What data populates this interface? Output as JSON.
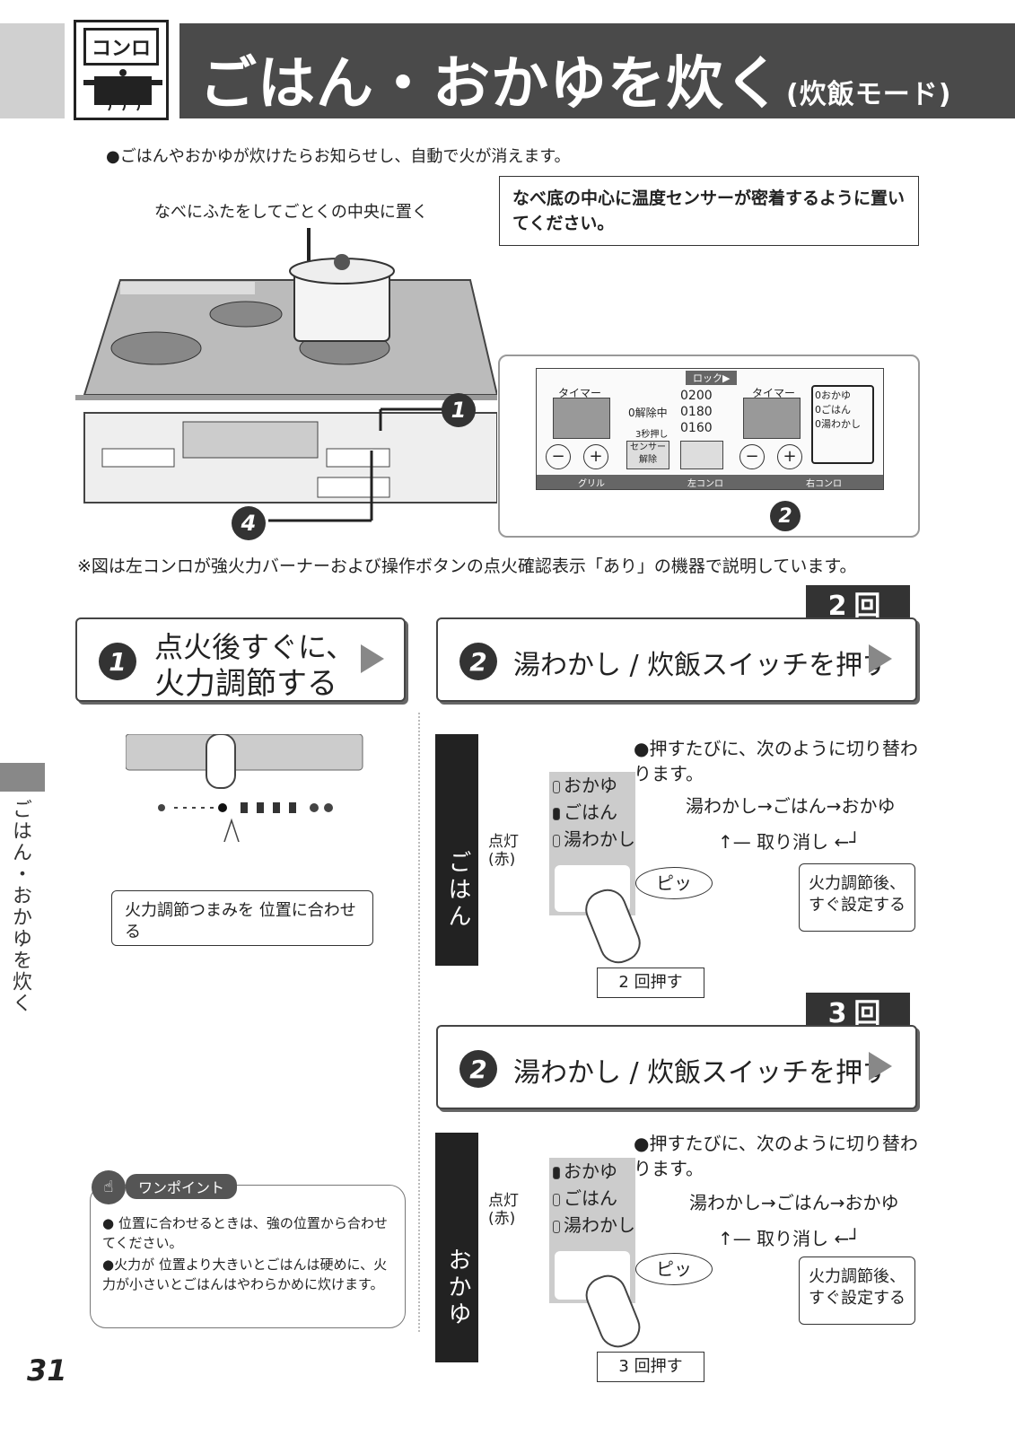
{
  "header": {
    "category_label": "コンロ",
    "title": "ごはん・おかゆを炊く",
    "title_suffix": "(炊飯モード)"
  },
  "intro": "●ごはんやおかゆが炊けたらお知らせし、自動で火が消えます。",
  "pot_caption": "なべにふたをしてごとくの中央に置く",
  "sensor_note": "なべ底の中心に温度センサーが密着するように置いてください。",
  "panel": {
    "lock_label": "ロック▶",
    "timer_left": "タイマー",
    "timer_right": "タイマー",
    "temps": [
      "0200",
      "0180",
      "0160"
    ],
    "release": "0解除中",
    "hold3": "3秒押し",
    "sensor_release": "センサー 解除",
    "minus": "−",
    "plus": "+",
    "modes": [
      "0おかゆ",
      "0ごはん",
      "0湯わかし"
    ],
    "section_labels": [
      "グリル",
      "左コンロ",
      "右コンロ"
    ]
  },
  "callouts": {
    "one": "1",
    "two": "2",
    "four": "4"
  },
  "figure_note": "※図は左コンロが強火力バーナーおよび操作ボタンの点火確認表示「あり」の機器で説明しています。",
  "step1": {
    "num": "1",
    "line1": "点火後すぐに、",
    "line2": "火力調節する",
    "knob_instruction": "火力調節つまみを 位置に合わせる"
  },
  "step2_gohan": {
    "count": "2回",
    "num": "2",
    "label": "湯わかし / 炊飯スイッチを押す",
    "section": "ごはん",
    "note": "●押すたびに、次のように切り替わります。",
    "sequence": "湯わかし→ごはん→おかゆ",
    "cancel": "取り消し",
    "lit": "点灯 (赤)",
    "modes": [
      "おかゆ",
      "ごはん",
      "湯わかし"
    ],
    "beep": "ピッ",
    "press": "2 回押す",
    "advice": "火力調節後、すぐ設定する"
  },
  "step2_okayu": {
    "count": "3回",
    "num": "2",
    "label": "湯わかし / 炊飯スイッチを押す",
    "section": "おかゆ",
    "note": "●押すたびに、次のように切り替わります。",
    "sequence": "湯わかし→ごはん→おかゆ",
    "cancel": "取り消し",
    "lit": "点灯 (赤)",
    "modes": [
      "おかゆ",
      "ごはん",
      "湯わかし"
    ],
    "beep": "ピッ",
    "press": "3 回押す",
    "advice": "火力調節後、すぐ設定する"
  },
  "onepoint": {
    "title": "ワンポイント",
    "tip1": "● 位置に合わせるときは、強の位置から合わせてください。",
    "tip2": "●火力が 位置より大きいとごはんは硬めに、火力が小さいとごはんはやわらかめに炊けます。"
  },
  "side_label": "ごはん・おかゆを炊く",
  "page_number": "31"
}
